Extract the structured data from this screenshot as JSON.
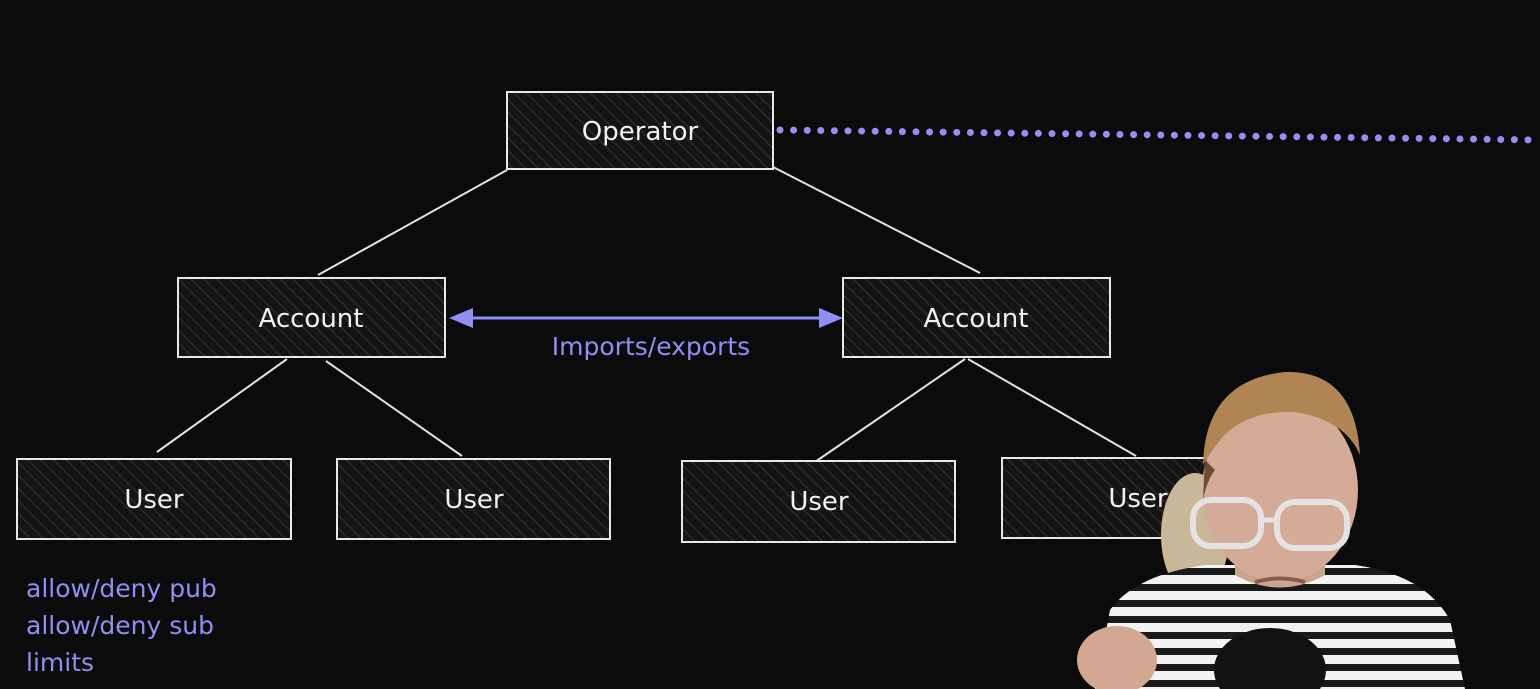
{
  "diagram": {
    "operator": {
      "label": "Operator"
    },
    "account_left": {
      "label": "Account"
    },
    "account_right": {
      "label": "Account"
    },
    "users": [
      {
        "label": "User"
      },
      {
        "label": "User"
      },
      {
        "label": "User"
      },
      {
        "label": "User"
      }
    ],
    "link_label": "Imports/exports",
    "notes": [
      "allow/deny pub",
      "allow/deny sub",
      "limits"
    ]
  },
  "colors": {
    "background": "#0b0b0c",
    "box_stroke": "#e8e8e8",
    "box_fill": "#141414",
    "accent": "#8f8ff5",
    "dotted_line": "#9a8cf2"
  }
}
